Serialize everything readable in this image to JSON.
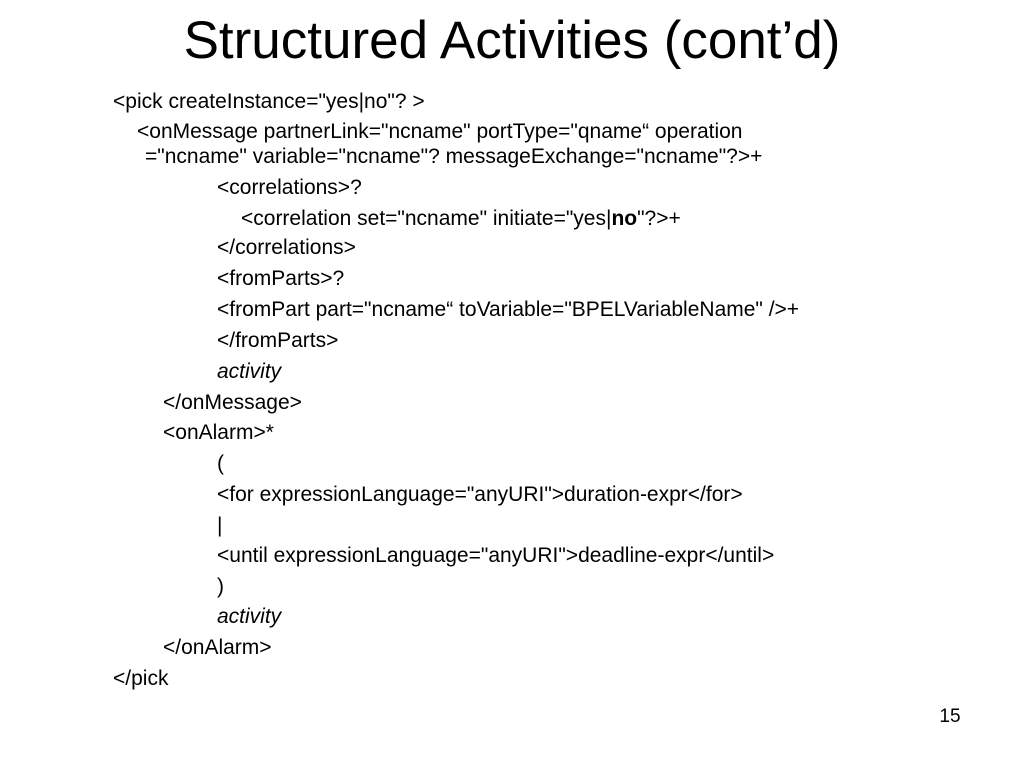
{
  "slide": {
    "title": "Structured Activities (cont’d)",
    "page_number": "15"
  },
  "code": {
    "l01": "<pick createInstance=\"yes|no\"? >",
    "l02": "<onMessage partnerLink=\"ncname\" portType=\"qname“ operation",
    "l03": "=\"ncname\" variable=\"ncname\"? messageExchange=\"ncname\"?>+",
    "l04": "<correlations>?",
    "l05_pre": "<correlation set=\"ncname\" initiate=\"yes|",
    "l05_bold": "no",
    "l05_post": "\"?>+",
    "l06": "</correlations>",
    "l07": "<fromParts>?",
    "l08": "<fromPart part=\"ncname“ toVariable=\"BPELVariableName\" />+",
    "l09": "</fromParts>",
    "l10": "activity",
    "l11": "</onMessage>",
    "l12": "<onAlarm>*",
    "l13": "(",
    "l14": "<for expressionLanguage=\"anyURI\">duration-expr</for>",
    "l15": "|",
    "l16": "<until expressionLanguage=\"anyURI\">deadline-expr</until>",
    "l17": ")",
    "l18": "activity",
    "l19": "</onAlarm>",
    "l20": "</pick"
  }
}
